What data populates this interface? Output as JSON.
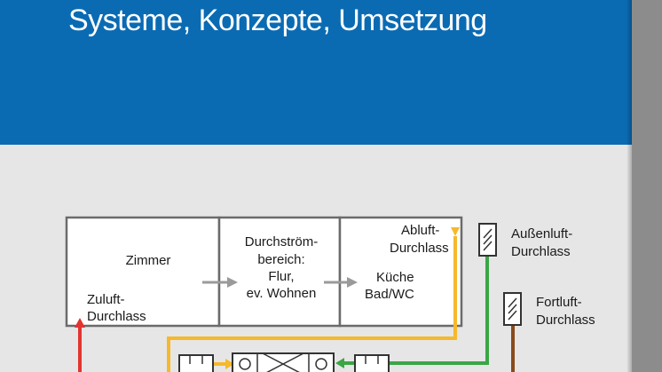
{
  "header": {
    "title": "Systeme, Konzepte, Umsetzung"
  },
  "diagram": {
    "room_left": {
      "name": "Zimmer",
      "inlet_line1": "Zuluft-",
      "inlet_line2": "Durchlass"
    },
    "room_middle": {
      "line1": "Durchström-",
      "line2": "bereich:",
      "line3": "Flur,",
      "line4": "ev. Wohnen"
    },
    "room_right": {
      "outlet_line1": "Abluft-",
      "outlet_line2": "Durchlass",
      "name_line1": "Küche",
      "name_line2": "Bad/WC"
    },
    "outdoor_air": {
      "line1": "Außenluft-",
      "line2": "Durchlass"
    },
    "exhaust_air": {
      "line1": "Fortluft-",
      "line2": "Durchlass"
    },
    "colors": {
      "supply": "#e3342f",
      "extract": "#f6b92b",
      "outdoor": "#3aa645",
      "exhaust": "#8a4a1c",
      "flow_arrow": "#9a9a9a"
    }
  }
}
